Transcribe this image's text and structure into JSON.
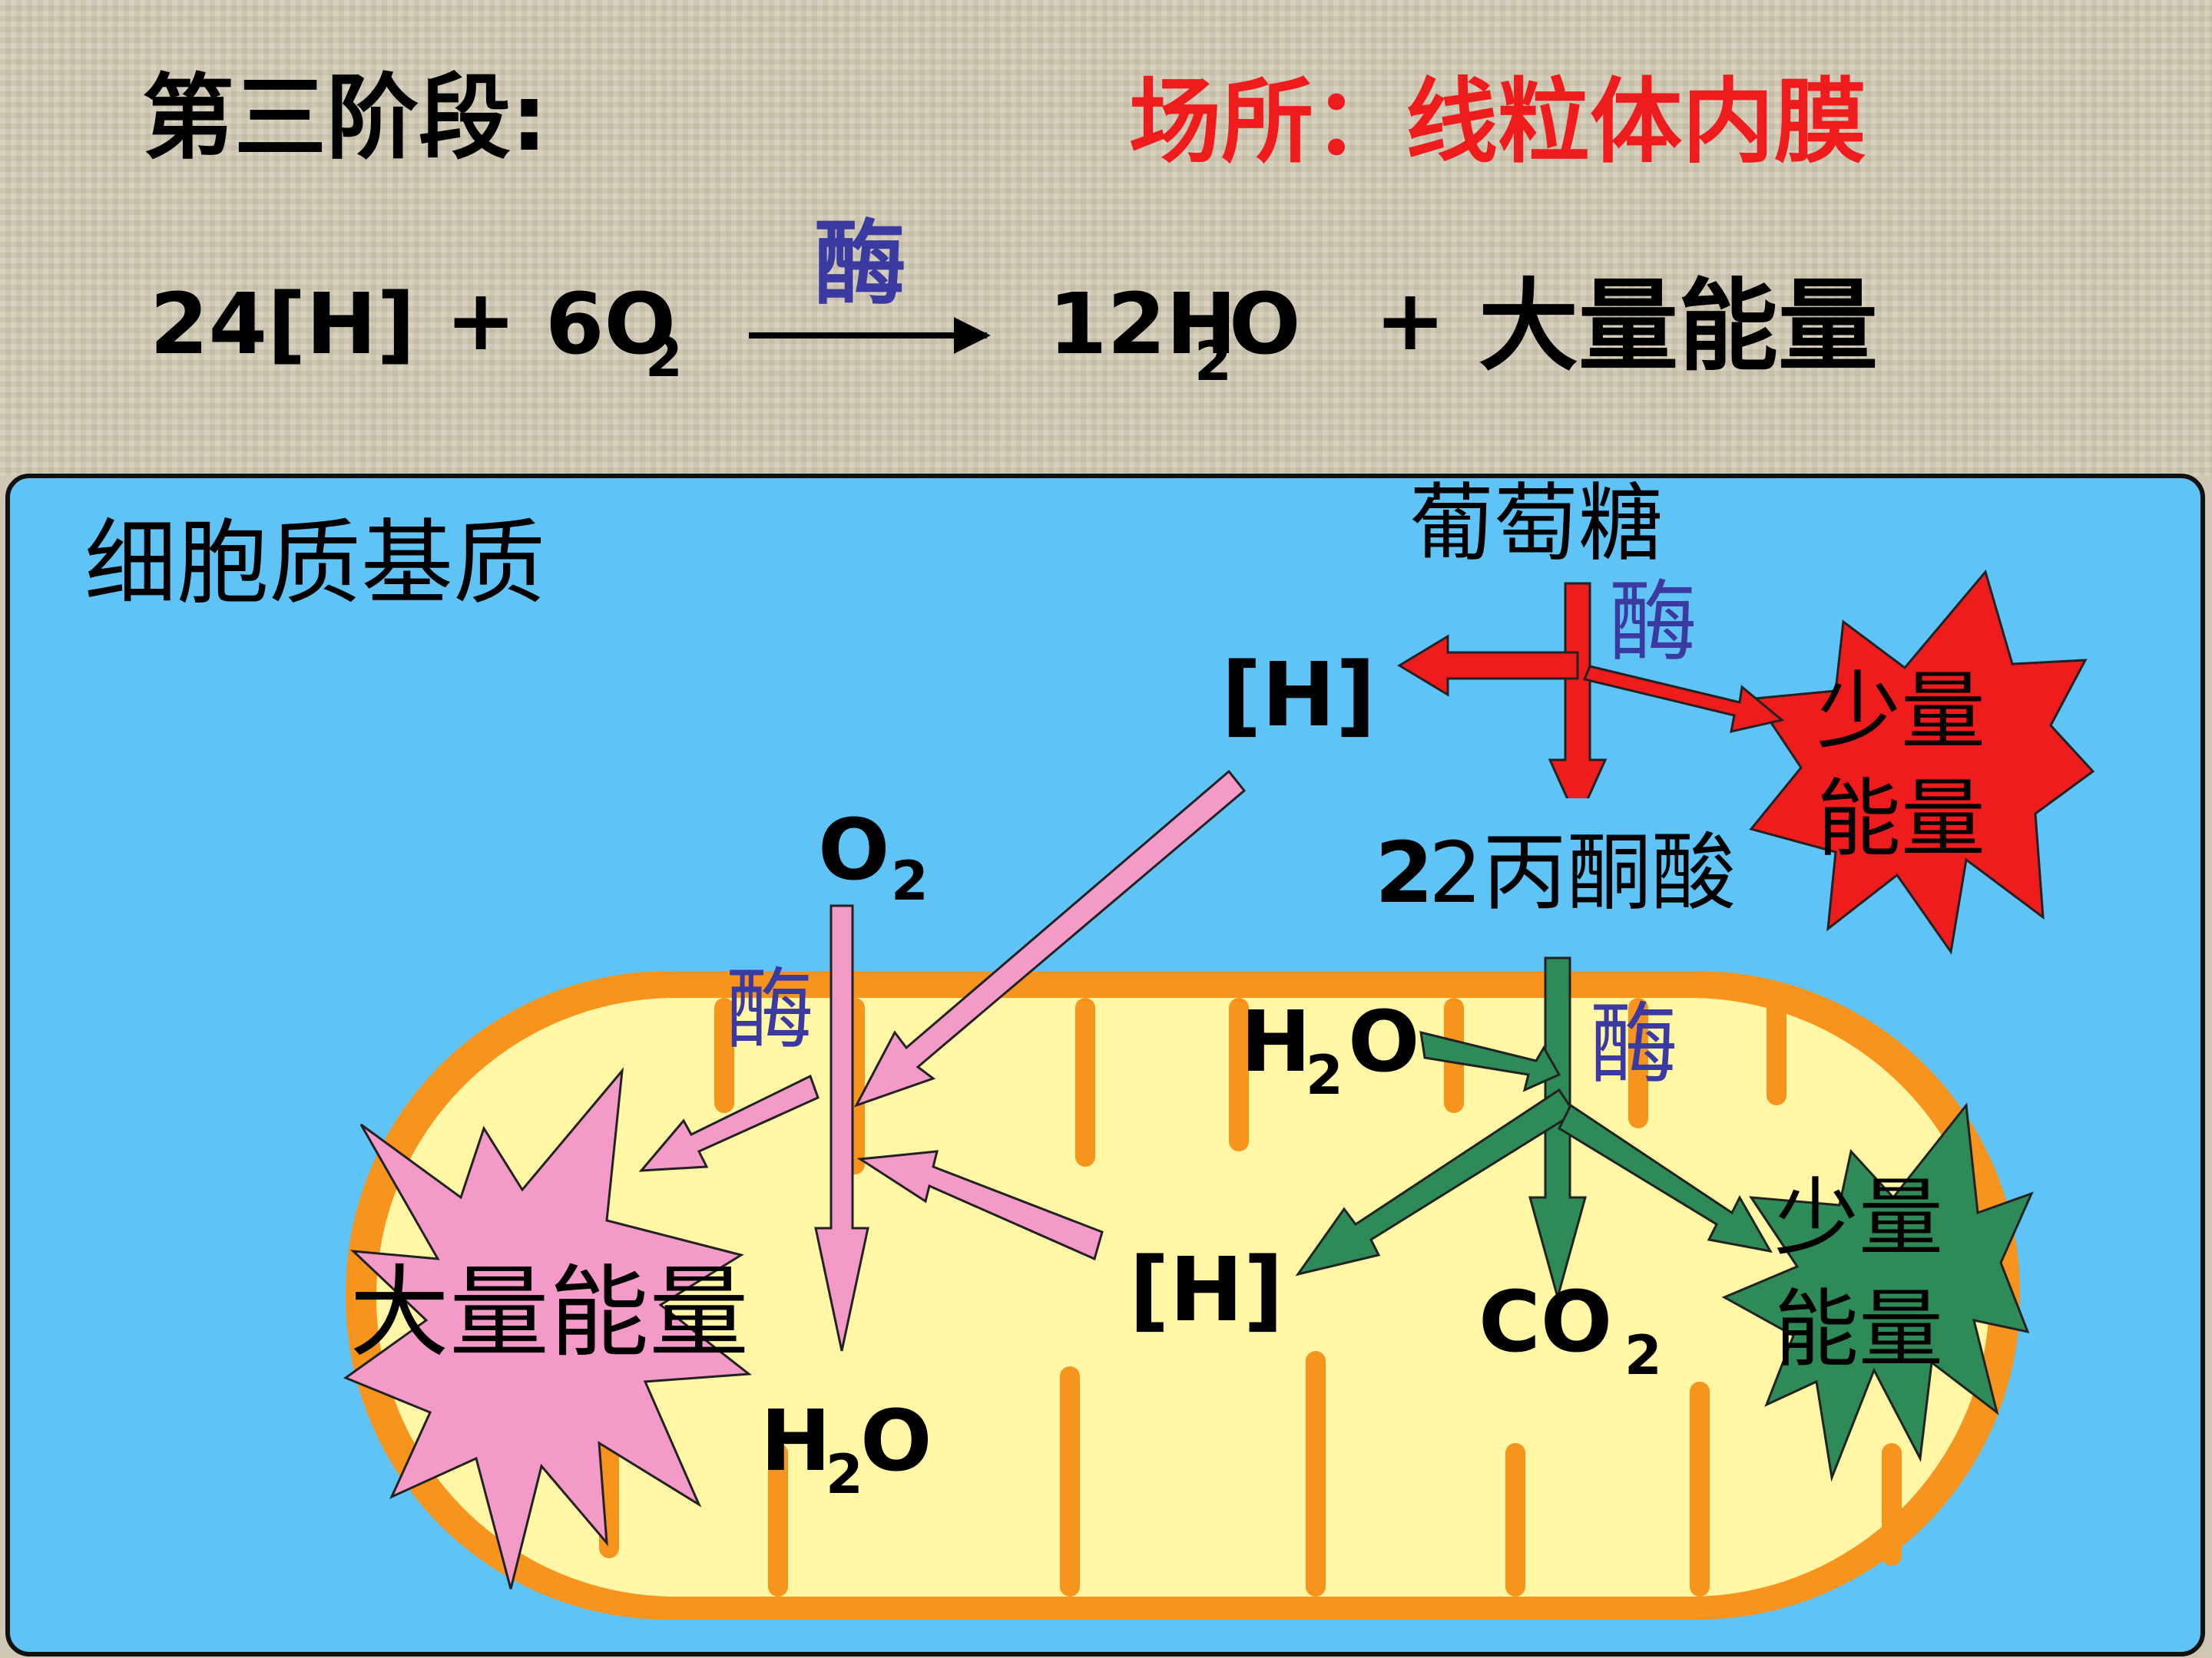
{
  "header": {
    "stage_title": "第三阶段:",
    "location": "场所：线粒体内膜"
  },
  "equation": {
    "r1_main": "24[H]",
    "plus1": "+",
    "r2_main": "6O",
    "r2_sub": "2",
    "enzyme": "酶",
    "p1_a": "12H",
    "p1_sub": "2",
    "p1_b": "O",
    "plus2": "+",
    "p2": "大量能量"
  },
  "diagram": {
    "region_label": "细胞质基质",
    "glucose": "葡萄糖",
    "enzyme_top": "酶",
    "h_top": "[H]",
    "pyruvate": "2丙酮酸",
    "small_energy_top_1": "少量",
    "small_energy_top_2": "能量",
    "o2_main": "O",
    "o2_sub": "2",
    "enzyme_left": "酶",
    "large_energy": "大量能量",
    "h2o_bottom_a": "H",
    "h2o_bottom_sub": "2",
    "h2o_bottom_b": "O",
    "h_mid": "[H]",
    "h2o_in_a": "H",
    "h2o_in_sub": "2",
    "h2o_in_b": "O",
    "enzyme_right": "酶",
    "co2_main": "CO",
    "co2_sub": "2",
    "small_energy_green_1": "少量",
    "small_energy_green_2": "能量"
  },
  "colors": {
    "header_bg": "#cfc7b3",
    "cytoplasm": "#5fc4f5",
    "mito_outer": "#f7941d",
    "mito_inner": "#fff7a6",
    "red": "#ee1c1c",
    "pink": "#f49ac9",
    "green": "#2e8b57",
    "enzyme_blue": "#3a3aa0"
  }
}
